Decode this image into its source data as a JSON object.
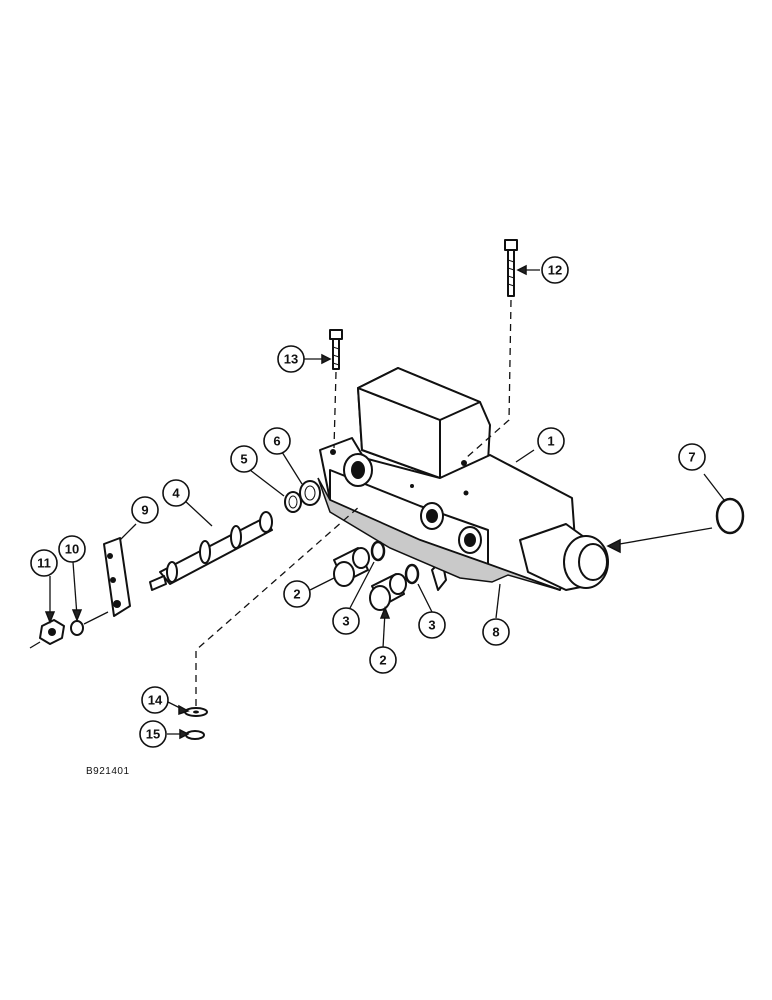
{
  "drawing_ref": "B921401",
  "callouts": [
    {
      "id": "1",
      "label": "1"
    },
    {
      "id": "2a",
      "label": "2"
    },
    {
      "id": "2b",
      "label": "2"
    },
    {
      "id": "3a",
      "label": "3"
    },
    {
      "id": "3b",
      "label": "3"
    },
    {
      "id": "4",
      "label": "4"
    },
    {
      "id": "5",
      "label": "5"
    },
    {
      "id": "6",
      "label": "6"
    },
    {
      "id": "7",
      "label": "7"
    },
    {
      "id": "8",
      "label": "8"
    },
    {
      "id": "9",
      "label": "9"
    },
    {
      "id": "10",
      "label": "10"
    },
    {
      "id": "11",
      "label": "11"
    },
    {
      "id": "12",
      "label": "12"
    },
    {
      "id": "13",
      "label": "13"
    },
    {
      "id": "14",
      "label": "14"
    },
    {
      "id": "15",
      "label": "15"
    }
  ]
}
